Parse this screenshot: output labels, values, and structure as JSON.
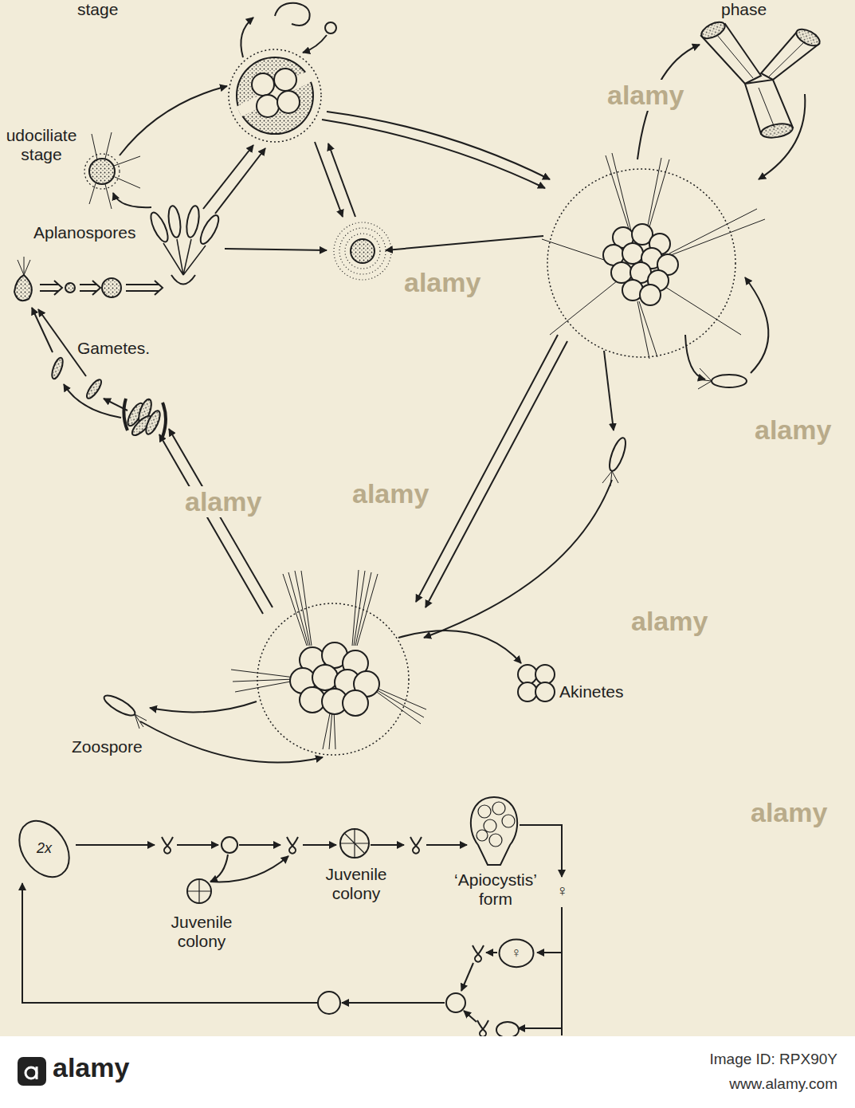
{
  "diagram": {
    "nodes": [
      {
        "text": [
          "2x"
        ]
      },
      {
        "text": [
          "♀"
        ]
      }
    ],
    "labels": [
      "stage",
      "udociliate stage",
      "phase",
      "Aplanospores",
      "Gametes.",
      "Zoospore",
      "Akinetes",
      "Juvenile colony",
      "‘Apiocystis’ form",
      "♀",
      "Juvenile colony",
      "alamy",
      "alamy",
      "alamy",
      "alamy",
      "alamy",
      "alamy",
      "alamy",
      "alamy",
      "Image ID: RPX90Y",
      "www.alamy.com"
    ]
  }
}
